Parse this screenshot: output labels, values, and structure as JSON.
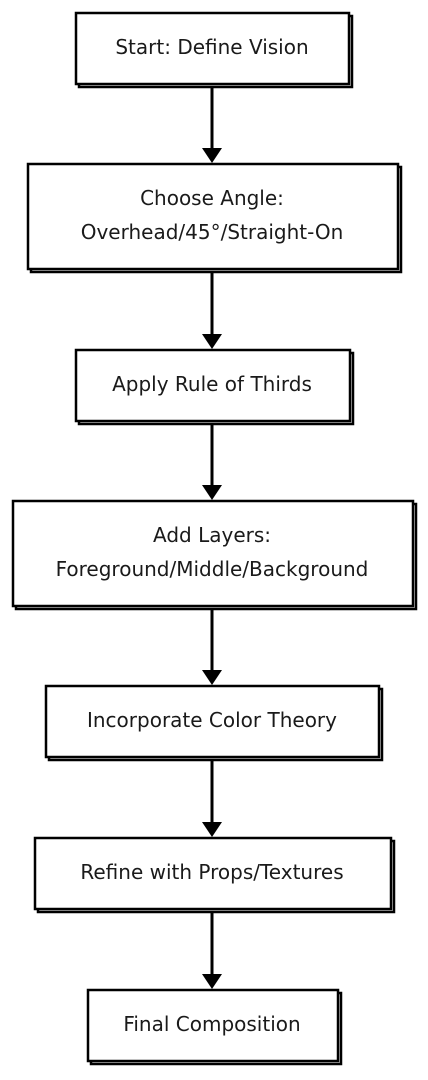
{
  "diagram": {
    "type": "flowchart",
    "direction": "top-to-bottom",
    "colors": {
      "node_fill": "#ffffff",
      "node_border": "#000000",
      "text": "#1a1a1a",
      "edge": "#000000",
      "shadow": "#c9c9c9"
    },
    "nodes": [
      {
        "id": "start",
        "lines": [
          "Start: Define Vision"
        ]
      },
      {
        "id": "angle",
        "lines": [
          "Choose Angle:",
          "Overhead/45°/Straight-On"
        ]
      },
      {
        "id": "thirds",
        "lines": [
          "Apply Rule of Thirds"
        ]
      },
      {
        "id": "layers",
        "lines": [
          "Add Layers:",
          "Foreground/Middle/Background"
        ]
      },
      {
        "id": "color",
        "lines": [
          "Incorporate Color Theory"
        ]
      },
      {
        "id": "refine",
        "lines": [
          "Refine with Props/Textures"
        ]
      },
      {
        "id": "final",
        "lines": [
          "Final Composition"
        ]
      }
    ],
    "edges": [
      {
        "from": "start",
        "to": "angle"
      },
      {
        "from": "angle",
        "to": "thirds"
      },
      {
        "from": "thirds",
        "to": "layers"
      },
      {
        "from": "layers",
        "to": "color"
      },
      {
        "from": "color",
        "to": "refine"
      },
      {
        "from": "refine",
        "to": "final"
      }
    ]
  }
}
